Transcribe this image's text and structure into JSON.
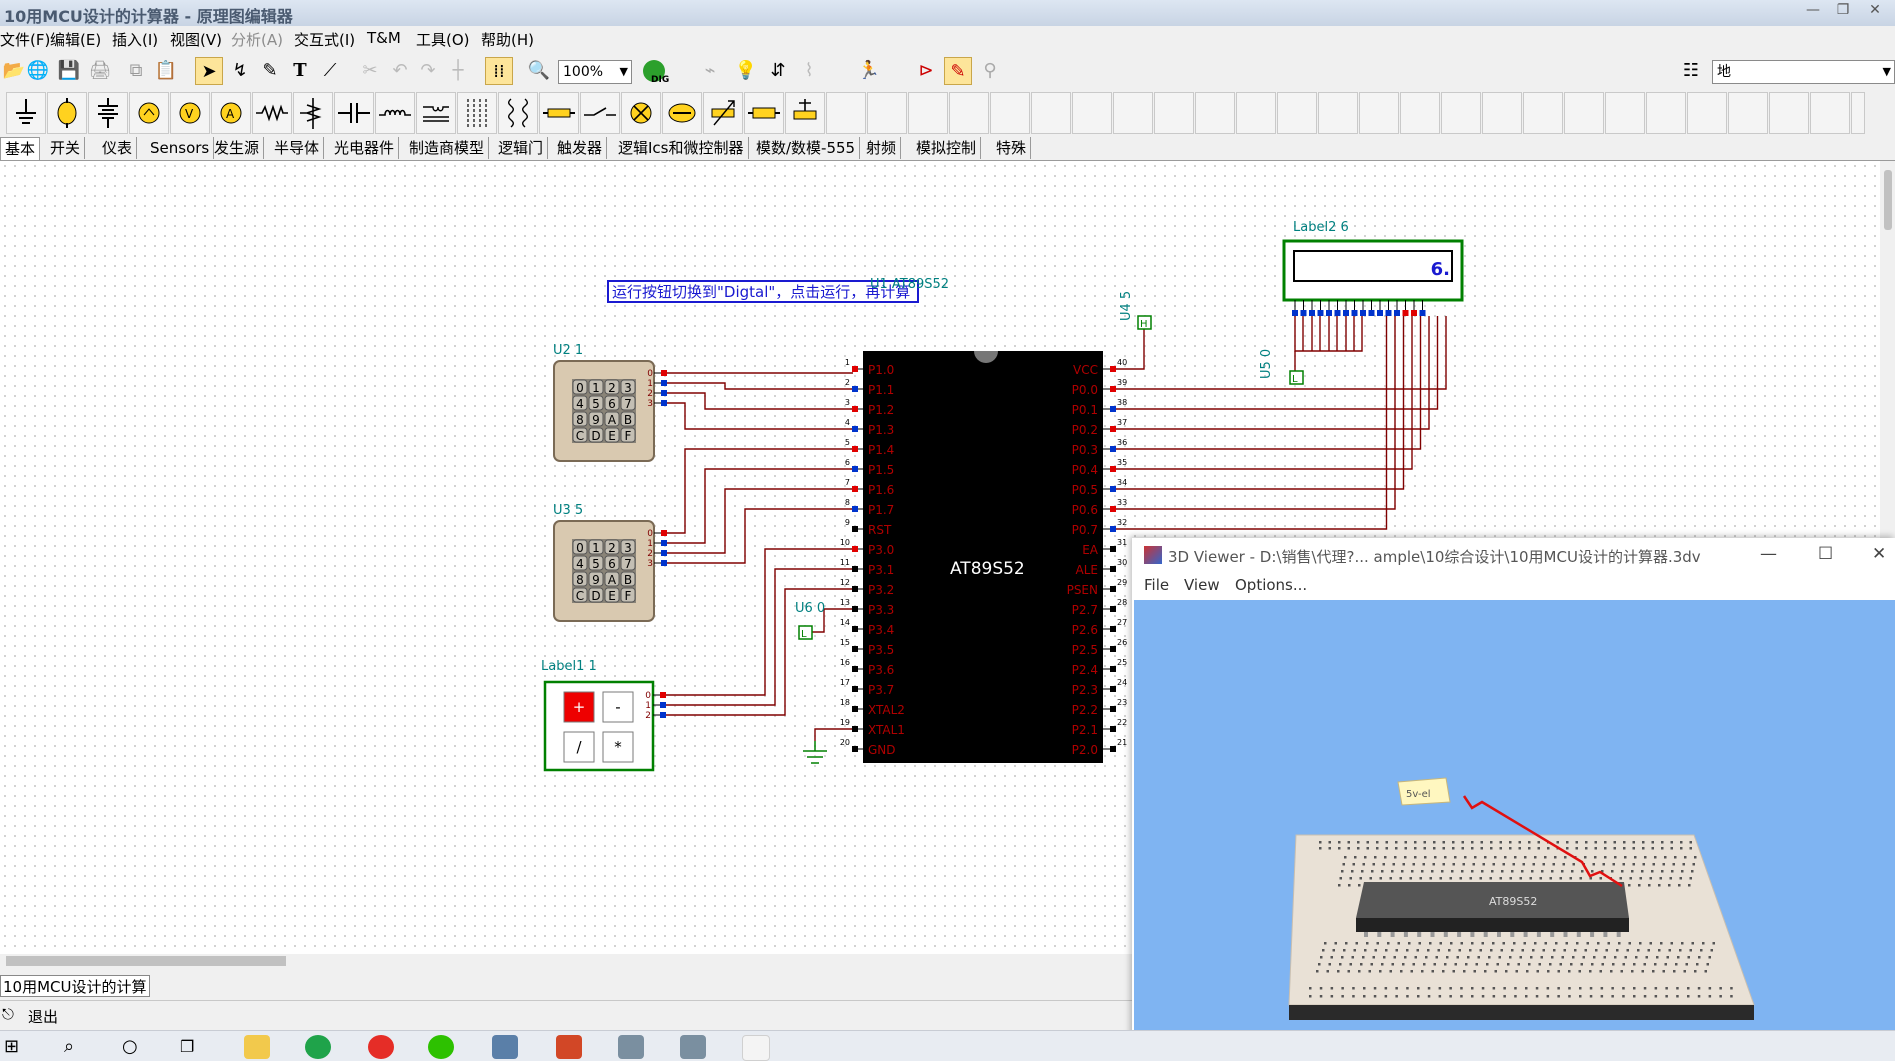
{
  "window": {
    "title": "10用MCU设计的计算器 - 原理图编辑器",
    "controls": [
      "—",
      "❐",
      "✕"
    ]
  },
  "menu": [
    "文件(F)",
    "编辑(E)",
    "插入(I)",
    "视图(V)",
    "分析(A)",
    "交互式(I)",
    "T&M",
    "工具(O)",
    "帮助(H)"
  ],
  "toolbar": {
    "zoom_value": "100%",
    "dig_label": "DIG",
    "layer_value": "地"
  },
  "tabs": [
    "基本",
    "开关",
    "仪表",
    "Sensors",
    "发生源",
    "半导体",
    "光电器件",
    "制造商模型",
    "逻辑门",
    "触发器",
    "逻辑Ics和微控制器",
    "模数/数模-555",
    "射频",
    "模拟控制",
    "特殊"
  ],
  "schematic": {
    "note": "运行按钮切换到\"Digtal\"，点击运行，再计算",
    "mcu": {
      "ref": "U1 AT89S52",
      "name": "AT89S52",
      "left_pins": [
        {
          "num": "1",
          "name": "P1.0"
        },
        {
          "num": "2",
          "name": "P1.1"
        },
        {
          "num": "3",
          "name": "P1.2"
        },
        {
          "num": "4",
          "name": "P1.3"
        },
        {
          "num": "5",
          "name": "P1.4"
        },
        {
          "num": "6",
          "name": "P1.5"
        },
        {
          "num": "7",
          "name": "P1.6"
        },
        {
          "num": "8",
          "name": "P1.7"
        },
        {
          "num": "9",
          "name": "RST"
        },
        {
          "num": "10",
          "name": "P3.0"
        },
        {
          "num": "11",
          "name": "P3.1"
        },
        {
          "num": "12",
          "name": "P3.2"
        },
        {
          "num": "13",
          "name": "P3.3"
        },
        {
          "num": "14",
          "name": "P3.4"
        },
        {
          "num": "15",
          "name": "P3.5"
        },
        {
          "num": "16",
          "name": "P3.6"
        },
        {
          "num": "17",
          "name": "P3.7"
        },
        {
          "num": "18",
          "name": "XTAL2"
        },
        {
          "num": "19",
          "name": "XTAL1"
        },
        {
          "num": "20",
          "name": "GND"
        }
      ],
      "right_pins": [
        {
          "num": "40",
          "name": "VCC"
        },
        {
          "num": "39",
          "name": "P0.0"
        },
        {
          "num": "38",
          "name": "P0.1"
        },
        {
          "num": "37",
          "name": "P0.2"
        },
        {
          "num": "36",
          "name": "P0.3"
        },
        {
          "num": "35",
          "name": "P0.4"
        },
        {
          "num": "34",
          "name": "P0.5"
        },
        {
          "num": "33",
          "name": "P0.6"
        },
        {
          "num": "32",
          "name": "P0.7"
        },
        {
          "num": "31",
          "name": "EA"
        },
        {
          "num": "30",
          "name": "ALE"
        },
        {
          "num": "29",
          "name": "PSEN"
        },
        {
          "num": "28",
          "name": "P2.7"
        },
        {
          "num": "27",
          "name": "P2.6"
        },
        {
          "num": "26",
          "name": "P2.5"
        },
        {
          "num": "25",
          "name": "P2.4"
        },
        {
          "num": "24",
          "name": "P2.3"
        },
        {
          "num": "23",
          "name": "P2.2"
        },
        {
          "num": "22",
          "name": "P2.1"
        },
        {
          "num": "21",
          "name": "P2.0"
        }
      ]
    },
    "keypad_keys": [
      "0",
      "1",
      "2",
      "3",
      "4",
      "5",
      "6",
      "7",
      "8",
      "9",
      "A",
      "B",
      "C",
      "D",
      "E",
      "F"
    ],
    "keypad_pins": [
      "0",
      "1",
      "2",
      "3"
    ],
    "keypad1_label": "U2 1",
    "keypad2_label": "U3 5",
    "ops": {
      "label": "Label1 1",
      "keys": [
        "+",
        "-",
        "/",
        "*"
      ],
      "pins": [
        "0",
        "1",
        "2"
      ]
    },
    "display": {
      "label": "Label2 6",
      "value": "6."
    },
    "u4_label": "U4 5",
    "u5_label": "U5 0",
    "u6_label": "U6 0",
    "u6_led": "L",
    "u4_text": "H",
    "u5_text": "L"
  },
  "document_tab": "10用MCU设计的计算器",
  "status": {
    "exit": "退出"
  },
  "viewer": {
    "title": "3D Viewer - D:\\销售\\代理?... ample\\10综合设计\\10用MCU设计的计算器.3dv",
    "menu": [
      "File",
      "View",
      "Options..."
    ],
    "chip_label": "AT89S52",
    "tag_label": "5v-el"
  },
  "colors": {
    "pin_red": "#e00000",
    "pin_blue": "#0033cc",
    "wire": "#800000",
    "teal_text": "#008080",
    "green_border": "#008000",
    "viewer_bg": "#7fb4f2"
  }
}
